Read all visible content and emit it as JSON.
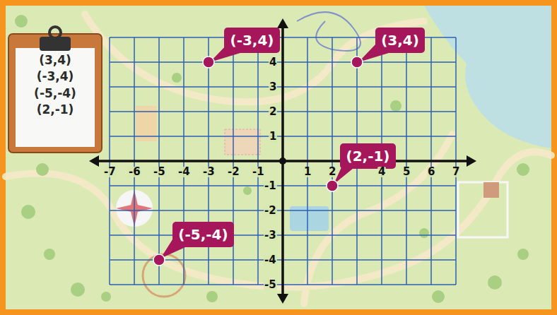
{
  "diagram": {
    "nodes": [
      {
        "text": [
          "(3,4)",
          "(-3,4)",
          "(-5,-4)",
          "(2,-1)"
        ]
      },
      {
        "text": [
          "(-3,4)"
        ]
      },
      {
        "text": [
          "(3,4)"
        ]
      },
      {
        "text": [
          "(2,-1)"
        ]
      },
      {
        "text": [
          "(-5,-4)"
        ]
      }
    ],
    "labels": [
      "-7",
      "-6",
      "-5",
      "-4",
      "-3",
      "-2",
      "-1",
      "1",
      "2",
      "4",
      "5",
      "6",
      "7",
      "4",
      "3",
      "2",
      "1",
      "-1",
      "-2",
      "-3",
      "-4",
      "-5"
    ]
  }
}
